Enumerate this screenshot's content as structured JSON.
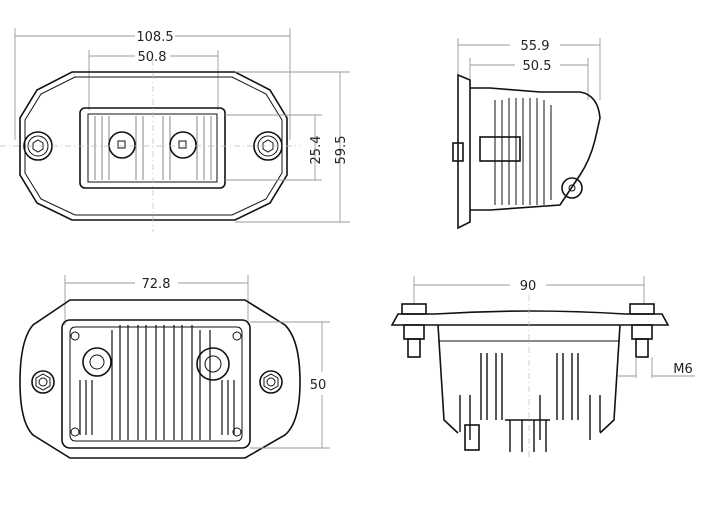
{
  "front_view": {
    "width_overall": "108.5",
    "lens_width": "50.8",
    "lens_height": "25.4",
    "height_overall": "59.5"
  },
  "side_view": {
    "depth_overall": "55.9",
    "depth_body": "50.5"
  },
  "rear_view": {
    "cutout_width": "72.8",
    "cutout_height": "50"
  },
  "bottom_view": {
    "bolt_spacing": "90",
    "thread": "M6"
  }
}
